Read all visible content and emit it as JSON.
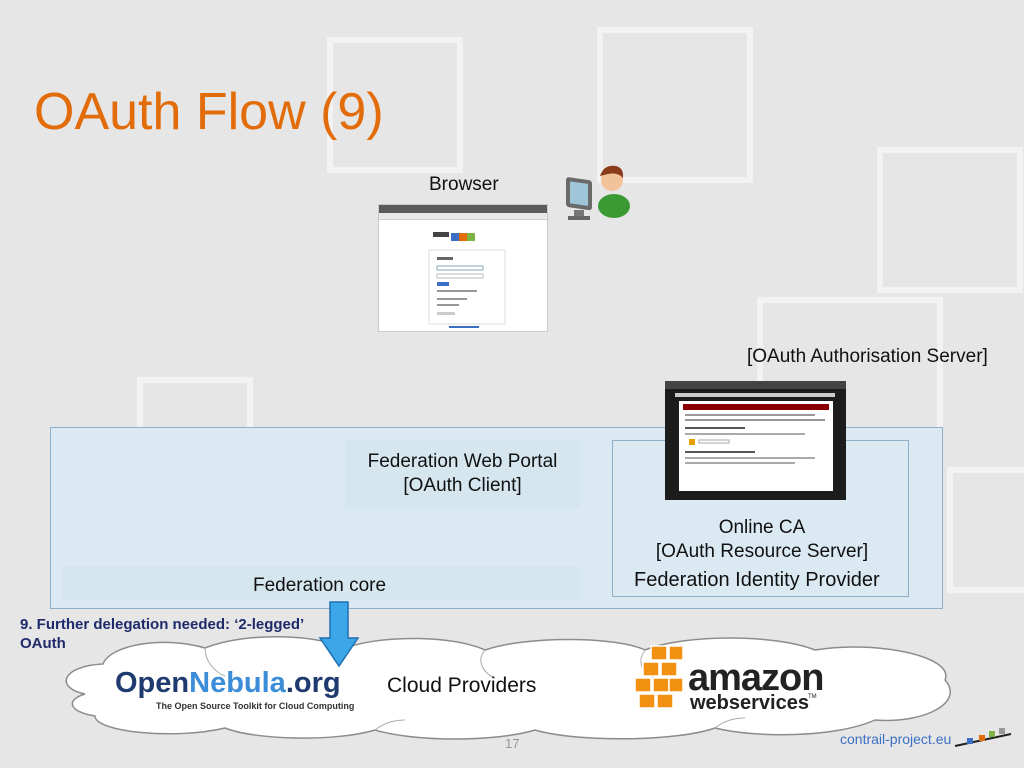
{
  "slide": {
    "title": "OAuth Flow (9)",
    "browser_label": "Browser",
    "authorisation_server_label": "[OAuth Authorisation Server]",
    "portal": {
      "line1": "Federation Web Portal",
      "line2": "[OAuth Client]"
    },
    "online_ca": {
      "line1": "Online CA",
      "line2": "[OAuth Resource Server]"
    },
    "identity_provider_label": "Federation Identity Provider",
    "federation_core_label": "Federation core",
    "note": {
      "line1": "9. Further delegation needed: ‘2-legged’",
      "line2": "OAuth"
    },
    "cloud_providers_label": "Cloud Providers",
    "opennebula": {
      "name_part1": "Open",
      "name_part2": "Nebula",
      "name_part3": ".org",
      "tagline": "The Open Source Toolkit for Cloud Computing"
    },
    "amazon": {
      "word": "amazon",
      "sub": "webservices",
      "tm": "TM"
    },
    "page_number": "17",
    "footer_url": "contrail-project.eu"
  },
  "colors": {
    "title": "#e36c0a",
    "panel_fill": "#dbe9f2",
    "panel_border": "#8fb0c9",
    "arrow": "#3ba7e8",
    "note_text": "#1f2a6b",
    "opennebula_blue": "#1e3a6e",
    "opennebula_accent": "#3a8dd6",
    "amazon_orange": "#f29111"
  },
  "icons": {
    "user": "user-at-computer-icon",
    "arrow": "down-arrow-icon",
    "cubes": "amazon-cubes-logo"
  }
}
